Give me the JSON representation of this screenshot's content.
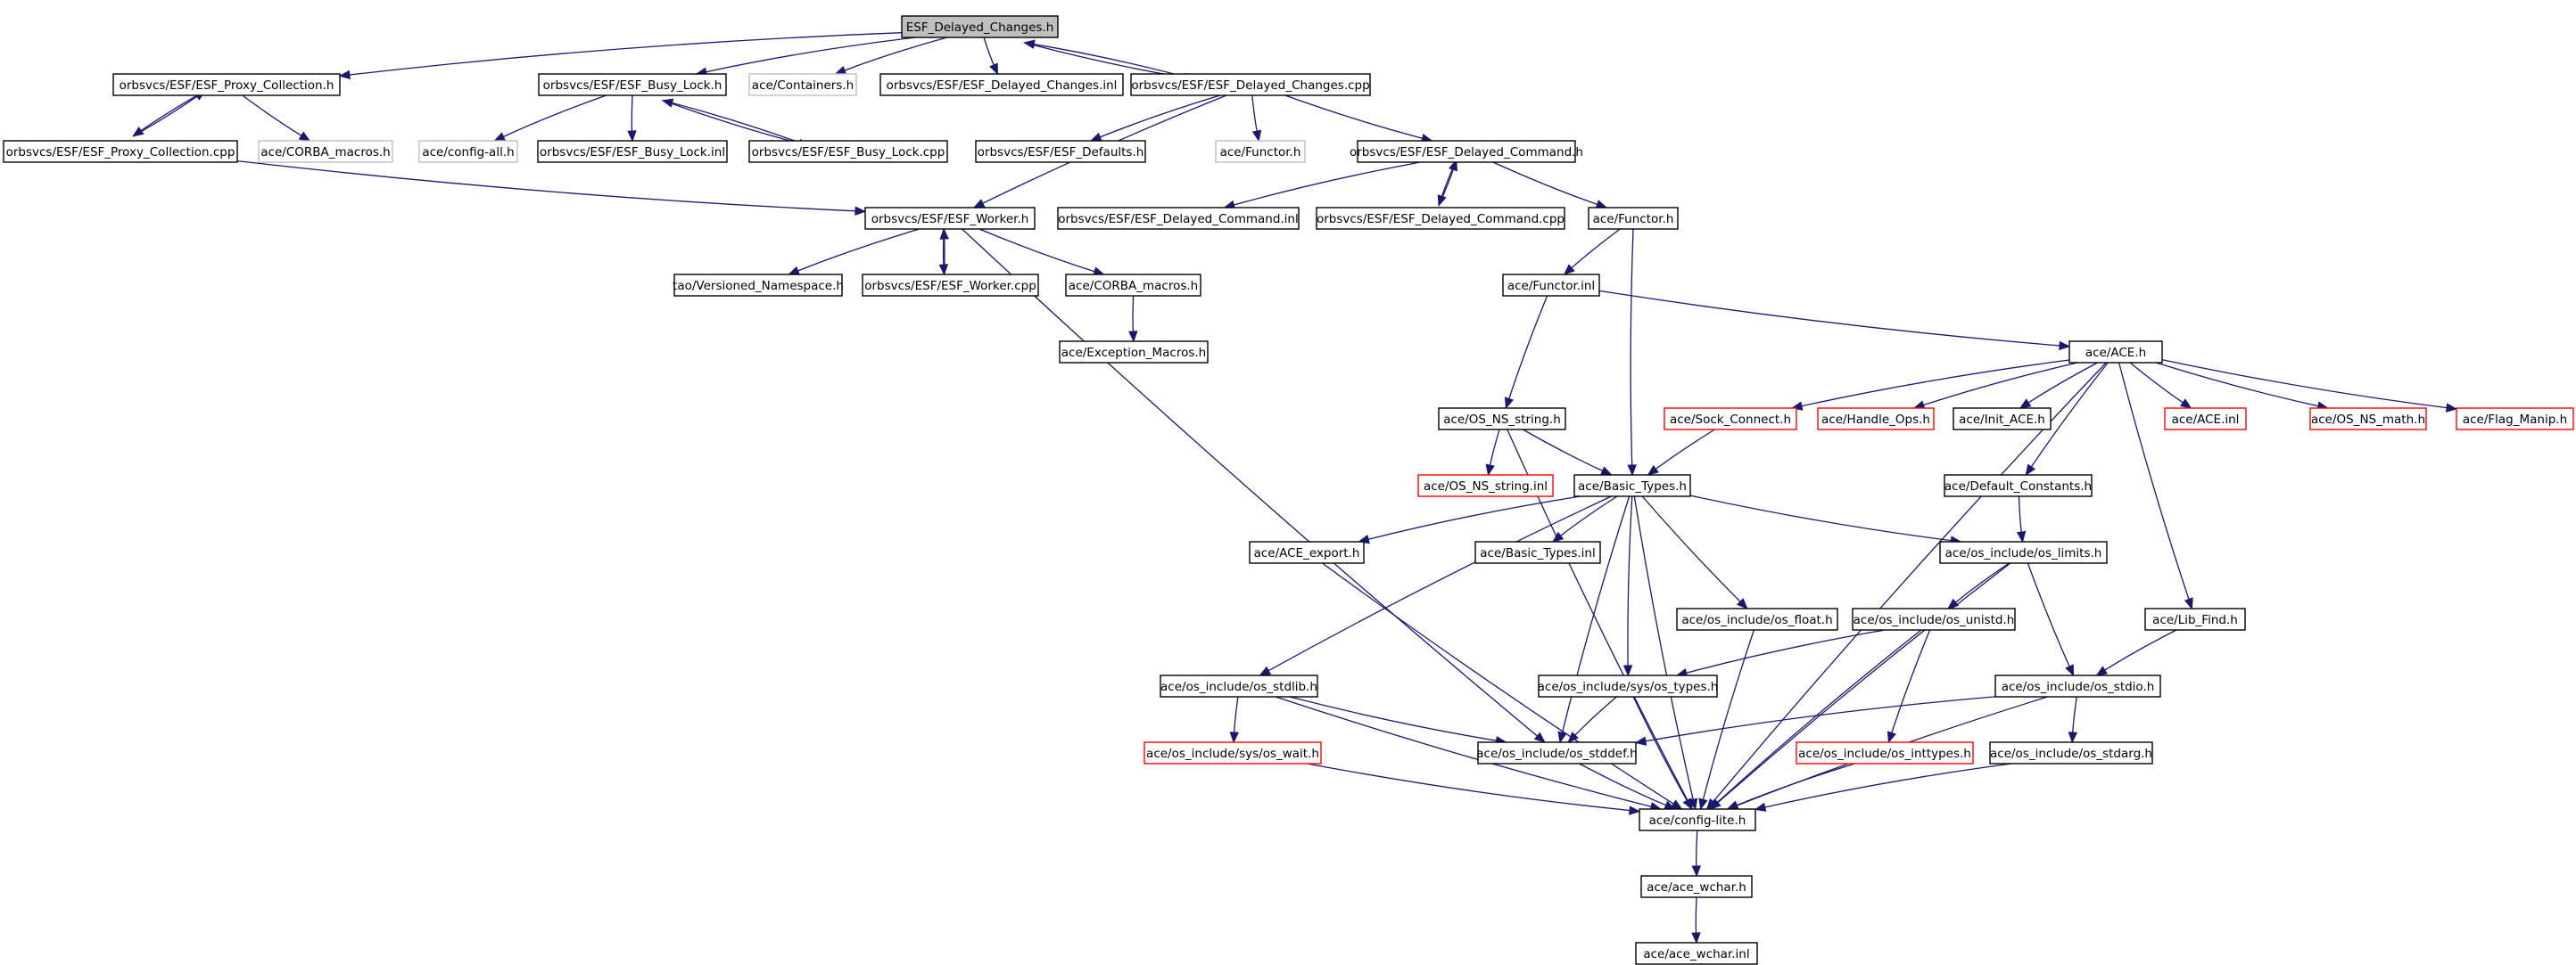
{
  "title": "ESF_Delayed_Changes.h",
  "colors": {
    "edge": "#191970",
    "border_normal": "#000000",
    "border_truncated": "#ff0000",
    "border_undocumented": "#bfbfbf",
    "root_fill": "#bfbfbf",
    "fill": "#ffffff"
  },
  "nodes": [
    {
      "id": "root",
      "label": "ESF_Delayed_Changes.h",
      "kind": "root"
    },
    {
      "id": "proxy_h",
      "label": "orbsvcs/ESF/ESF_Proxy_Collection.h",
      "kind": "normal"
    },
    {
      "id": "busy_h",
      "label": "orbsvcs/ESF/ESF_Busy_Lock.h",
      "kind": "normal"
    },
    {
      "id": "containers",
      "label": "ace/Containers.h",
      "kind": "undoc"
    },
    {
      "id": "dc_inl",
      "label": "orbsvcs/ESF/ESF_Delayed_Changes.inl",
      "kind": "normal"
    },
    {
      "id": "dc_cpp",
      "label": "orbsvcs/ESF/ESF_Delayed_Changes.cpp",
      "kind": "normal"
    },
    {
      "id": "proxy_cpp",
      "label": "orbsvcs/ESF/ESF_Proxy_Collection.cpp",
      "kind": "normal"
    },
    {
      "id": "corba1",
      "label": "ace/CORBA_macros.h",
      "kind": "undoc"
    },
    {
      "id": "config_all",
      "label": "ace/config-all.h",
      "kind": "undoc"
    },
    {
      "id": "busy_inl",
      "label": "orbsvcs/ESF/ESF_Busy_Lock.inl",
      "kind": "normal"
    },
    {
      "id": "busy_cpp",
      "label": "orbsvcs/ESF/ESF_Busy_Lock.cpp",
      "kind": "normal"
    },
    {
      "id": "defaults",
      "label": "orbsvcs/ESF/ESF_Defaults.h",
      "kind": "normal"
    },
    {
      "id": "functor1",
      "label": "ace/Functor.h",
      "kind": "undoc"
    },
    {
      "id": "dcmd_h",
      "label": "orbsvcs/ESF/ESF_Delayed_Command.h",
      "kind": "normal"
    },
    {
      "id": "worker_h",
      "label": "orbsvcs/ESF/ESF_Worker.h",
      "kind": "normal"
    },
    {
      "id": "dcmd_inl",
      "label": "orbsvcs/ESF/ESF_Delayed_Command.inl",
      "kind": "normal"
    },
    {
      "id": "dcmd_cpp",
      "label": "orbsvcs/ESF/ESF_Delayed_Command.cpp",
      "kind": "normal"
    },
    {
      "id": "functor2",
      "label": "ace/Functor.h",
      "kind": "normal"
    },
    {
      "id": "versioned",
      "label": "tao/Versioned_Namespace.h",
      "kind": "normal"
    },
    {
      "id": "worker_cpp",
      "label": "orbsvcs/ESF/ESF_Worker.cpp",
      "kind": "normal"
    },
    {
      "id": "corba2",
      "label": "ace/CORBA_macros.h",
      "kind": "normal"
    },
    {
      "id": "exception",
      "label": "ace/Exception_Macros.h",
      "kind": "normal"
    },
    {
      "id": "functor_inl",
      "label": "ace/Functor.inl",
      "kind": "normal"
    },
    {
      "id": "ace_h",
      "label": "ace/ACE.h",
      "kind": "normal"
    },
    {
      "id": "os_ns_string",
      "label": "ace/OS_NS_string.h",
      "kind": "normal"
    },
    {
      "id": "sock_connect",
      "label": "ace/Sock_Connect.h",
      "kind": "truncated"
    },
    {
      "id": "handle_ops",
      "label": "ace/Handle_Ops.h",
      "kind": "truncated"
    },
    {
      "id": "init_ace",
      "label": "ace/Init_ACE.h",
      "kind": "normal"
    },
    {
      "id": "ace_inl",
      "label": "ace/ACE.inl",
      "kind": "truncated"
    },
    {
      "id": "os_ns_math",
      "label": "ace/OS_NS_math.h",
      "kind": "truncated"
    },
    {
      "id": "flag_manip",
      "label": "ace/Flag_Manip.h",
      "kind": "truncated"
    },
    {
      "id": "os_ns_string_inl",
      "label": "ace/OS_NS_string.inl",
      "kind": "truncated"
    },
    {
      "id": "basic_types",
      "label": "ace/Basic_Types.h",
      "kind": "normal"
    },
    {
      "id": "default_consts",
      "label": "ace/Default_Constants.h",
      "kind": "normal"
    },
    {
      "id": "ace_export",
      "label": "ace/ACE_export.h",
      "kind": "normal"
    },
    {
      "id": "basic_types_inl",
      "label": "ace/Basic_Types.inl",
      "kind": "normal"
    },
    {
      "id": "os_limits",
      "label": "ace/os_include/os_limits.h",
      "kind": "normal"
    },
    {
      "id": "os_float",
      "label": "ace/os_include/os_float.h",
      "kind": "normal"
    },
    {
      "id": "os_unistd",
      "label": "ace/os_include/os_unistd.h",
      "kind": "normal"
    },
    {
      "id": "lib_find",
      "label": "ace/Lib_Find.h",
      "kind": "normal"
    },
    {
      "id": "os_stdlib",
      "label": "ace/os_include/os_stdlib.h",
      "kind": "normal"
    },
    {
      "id": "sys_types",
      "label": "ace/os_include/sys/os_types.h",
      "kind": "normal"
    },
    {
      "id": "os_stdio",
      "label": "ace/os_include/os_stdio.h",
      "kind": "normal"
    },
    {
      "id": "sys_wait",
      "label": "ace/os_include/sys/os_wait.h",
      "kind": "truncated"
    },
    {
      "id": "os_stddef",
      "label": "ace/os_include/os_stddef.h",
      "kind": "normal"
    },
    {
      "id": "os_inttypes",
      "label": "ace/os_include/os_inttypes.h",
      "kind": "truncated"
    },
    {
      "id": "os_stdarg",
      "label": "ace/os_include/os_stdarg.h",
      "kind": "normal"
    },
    {
      "id": "config_lite",
      "label": "ace/config-lite.h",
      "kind": "normal"
    },
    {
      "id": "ace_wchar",
      "label": "ace/ace_wchar.h",
      "kind": "normal"
    },
    {
      "id": "ace_wchar_inl",
      "label": "ace/ace_wchar.inl",
      "kind": "normal"
    }
  ],
  "edges": [
    [
      "root",
      "proxy_h"
    ],
    [
      "root",
      "busy_h"
    ],
    [
      "root",
      "containers"
    ],
    [
      "root",
      "dc_inl"
    ],
    [
      "root",
      "dc_cpp"
    ],
    [
      "dc_cpp",
      "root"
    ],
    [
      "proxy_h",
      "proxy_cpp"
    ],
    [
      "proxy_cpp",
      "proxy_h"
    ],
    [
      "proxy_h",
      "corba1"
    ],
    [
      "busy_h",
      "config_all"
    ],
    [
      "busy_h",
      "busy_inl"
    ],
    [
      "busy_h",
      "busy_cpp"
    ],
    [
      "busy_cpp",
      "busy_h"
    ],
    [
      "dc_cpp",
      "defaults"
    ],
    [
      "dc_cpp",
      "functor1"
    ],
    [
      "dc_cpp",
      "dcmd_h"
    ],
    [
      "dc_cpp",
      "worker_h"
    ],
    [
      "proxy_cpp",
      "worker_h"
    ],
    [
      "dcmd_h",
      "dcmd_inl"
    ],
    [
      "dcmd_h",
      "dcmd_cpp"
    ],
    [
      "dcmd_cpp",
      "dcmd_h"
    ],
    [
      "dcmd_h",
      "functor2"
    ],
    [
      "worker_h",
      "versioned"
    ],
    [
      "worker_h",
      "worker_cpp"
    ],
    [
      "worker_cpp",
      "worker_h"
    ],
    [
      "worker_h",
      "corba2"
    ],
    [
      "worker_h",
      "os_stddef"
    ],
    [
      "corba2",
      "exception"
    ],
    [
      "functor2",
      "functor_inl"
    ],
    [
      "functor2",
      "basic_types"
    ],
    [
      "functor_inl",
      "ace_h"
    ],
    [
      "functor_inl",
      "os_ns_string"
    ],
    [
      "ace_h",
      "sock_connect"
    ],
    [
      "ace_h",
      "handle_ops"
    ],
    [
      "ace_h",
      "init_ace"
    ],
    [
      "ace_h",
      "ace_inl"
    ],
    [
      "ace_h",
      "os_ns_math"
    ],
    [
      "ace_h",
      "flag_manip"
    ],
    [
      "ace_h",
      "default_consts"
    ],
    [
      "ace_h",
      "lib_find"
    ],
    [
      "ace_h",
      "config_lite"
    ],
    [
      "os_ns_string",
      "os_ns_string_inl"
    ],
    [
      "os_ns_string",
      "basic_types"
    ],
    [
      "os_ns_string",
      "config_lite"
    ],
    [
      "sock_connect",
      "basic_types"
    ],
    [
      "basic_types",
      "ace_export"
    ],
    [
      "basic_types",
      "basic_types_inl"
    ],
    [
      "basic_types",
      "os_limits"
    ],
    [
      "basic_types",
      "os_float"
    ],
    [
      "basic_types",
      "sys_types"
    ],
    [
      "basic_types",
      "os_stdlib"
    ],
    [
      "basic_types",
      "os_stddef"
    ],
    [
      "basic_types",
      "config_lite"
    ],
    [
      "default_consts",
      "os_limits"
    ],
    [
      "os_limits",
      "os_unistd"
    ],
    [
      "os_limits",
      "os_stdio"
    ],
    [
      "os_limits",
      "config_lite"
    ],
    [
      "ace_export",
      "config_lite"
    ],
    [
      "os_float",
      "config_lite"
    ],
    [
      "os_unistd",
      "sys_types"
    ],
    [
      "os_unistd",
      "os_inttypes"
    ],
    [
      "os_unistd",
      "config_lite"
    ],
    [
      "lib_find",
      "os_stdio"
    ],
    [
      "os_stdlib",
      "sys_wait"
    ],
    [
      "os_stdlib",
      "os_stddef"
    ],
    [
      "os_stdlib",
      "config_lite"
    ],
    [
      "sys_types",
      "os_stddef"
    ],
    [
      "sys_types",
      "config_lite"
    ],
    [
      "os_stdio",
      "os_stddef"
    ],
    [
      "os_stdio",
      "os_stdarg"
    ],
    [
      "os_stdio",
      "config_lite"
    ],
    [
      "sys_wait",
      "config_lite"
    ],
    [
      "os_stddef",
      "config_lite"
    ],
    [
      "os_inttypes",
      "config_lite"
    ],
    [
      "os_stdarg",
      "config_lite"
    ],
    [
      "config_lite",
      "ace_wchar"
    ],
    [
      "ace_wchar",
      "ace_wchar_inl"
    ]
  ]
}
